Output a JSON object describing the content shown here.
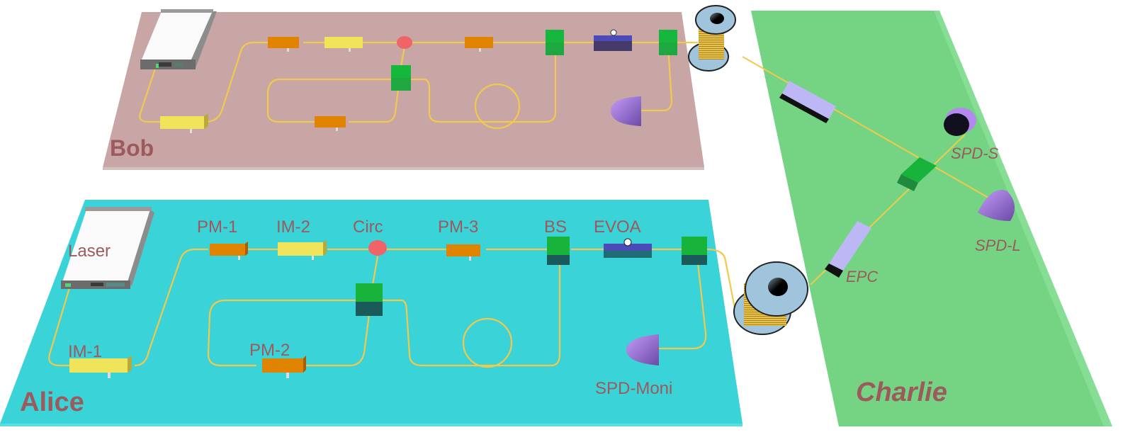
{
  "diagram": {
    "title": "MDI-QKD style setup: Alice, Bob, Charlie",
    "parties": {
      "bob": {
        "name": "Bob",
        "plate_color": "#c9a6a6"
      },
      "alice": {
        "name": "Alice",
        "plate_color": "#3ad3d8"
      },
      "charlie": {
        "name": "Charlie",
        "plate_color": "#74d483"
      }
    },
    "alice_labels": {
      "laser": "Laser",
      "im1": "IM-1",
      "pm1": "PM-1",
      "im2": "IM-2",
      "circ": "Circ",
      "pm2": "PM-2",
      "pm3": "PM-3",
      "bs": "BS",
      "evoa": "EVOA",
      "spd_moni": "SPD-Moni"
    },
    "charlie_labels": {
      "spd_s": "SPD-S",
      "spd_l": "SPD-L",
      "epc": "EPC"
    },
    "colors": {
      "label": "#9c5a5d",
      "fiber": "#f2c94c",
      "pm_module": "#e08300",
      "im_module": "#f0e45a",
      "circulator": "#f06468",
      "beam_splitter": "#17b33a",
      "evoa": "#4a4ab8",
      "detector": "#b389f0",
      "spool_flange": "#9fc4dc",
      "spool_wire": "#e8c24a",
      "epc_body": "#bdb8f5"
    }
  }
}
